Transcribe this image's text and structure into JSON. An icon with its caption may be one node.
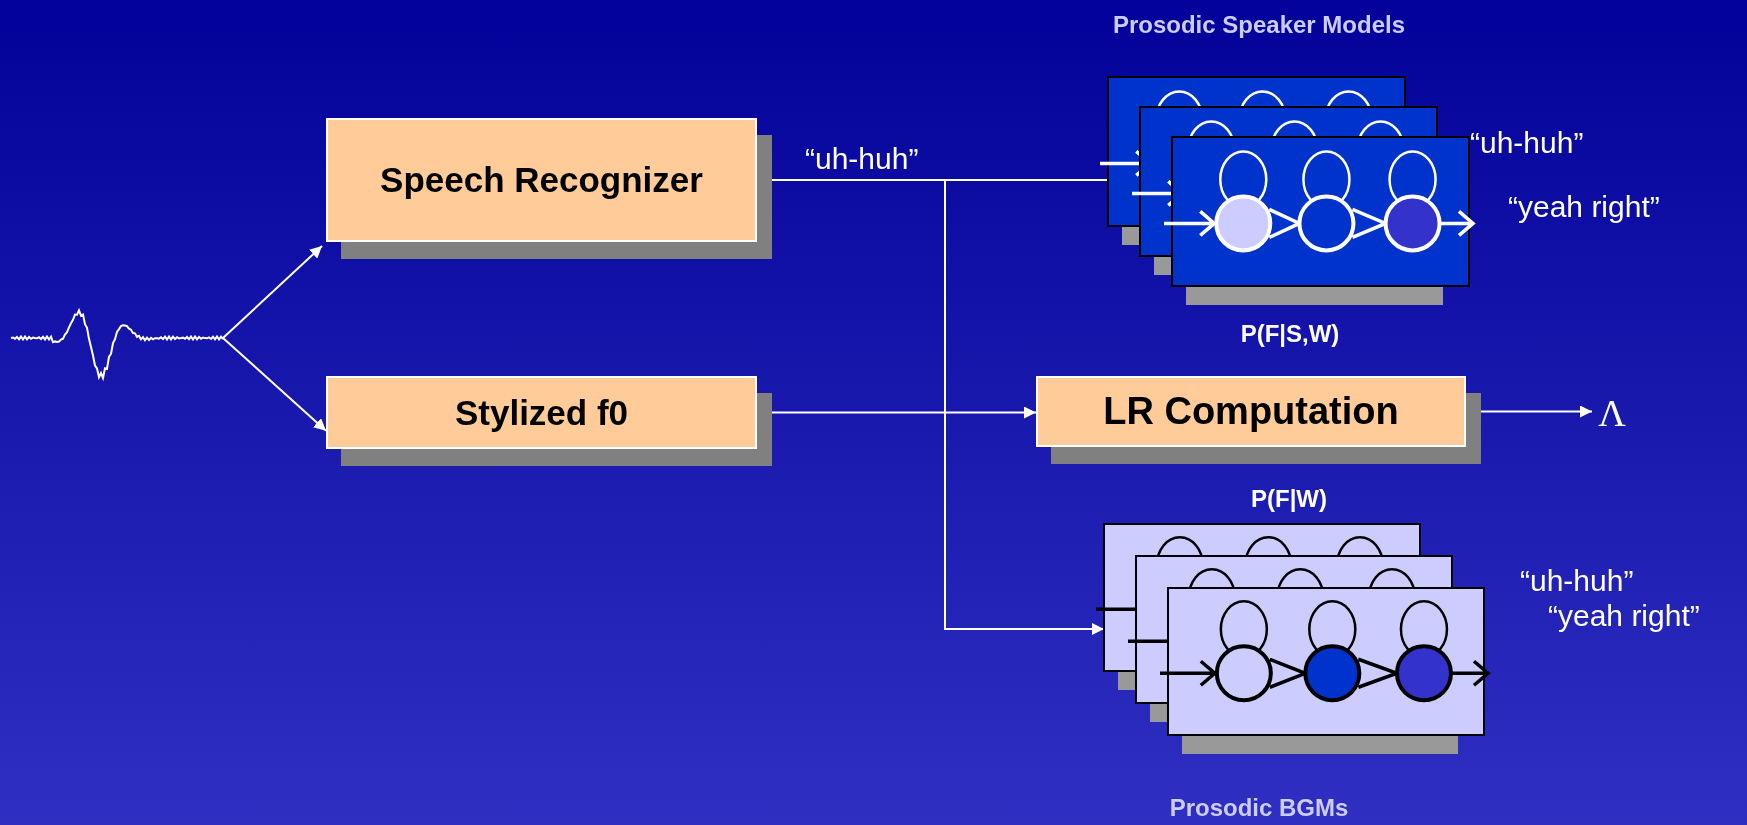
{
  "diagram": {
    "nodes": [
      {
        "text": [],
        "shape": "picture"
      },
      {
        "text": [
          "Speech Recognizer"
        ]
      },
      {
        "text": [
          "Stylized f0"
        ]
      },
      {
        "text": [
          "LR Computation"
        ]
      },
      {
        "text": [
          "Λ"
        ]
      },
      {
        "text": [],
        "shape": "box",
        "beside": [
          "Prosodic Speaker Models",
          "“uh-huh”",
          "“yeah right”",
          "P(F|S,W)"
        ]
      },
      {
        "text": [],
        "shape": "box",
        "beside": [
          "P(F|W)",
          "“uh-huh”",
          "“yeah right”",
          "Prosodic BGMs"
        ]
      }
    ],
    "edges": [
      {
        "from": 0,
        "to": 1,
        "arrow": "to"
      },
      {
        "from": 0,
        "to": 2,
        "arrow": "to"
      },
      {
        "from": 1,
        "to": 5,
        "arrow": "none",
        "label": "“uh-huh”"
      },
      {
        "from": 1,
        "to": 6,
        "arrow": "to"
      },
      {
        "from": 2,
        "to": 3,
        "arrow": "to"
      },
      {
        "from": 3,
        "to": 4,
        "arrow": "to"
      }
    ]
  }
}
